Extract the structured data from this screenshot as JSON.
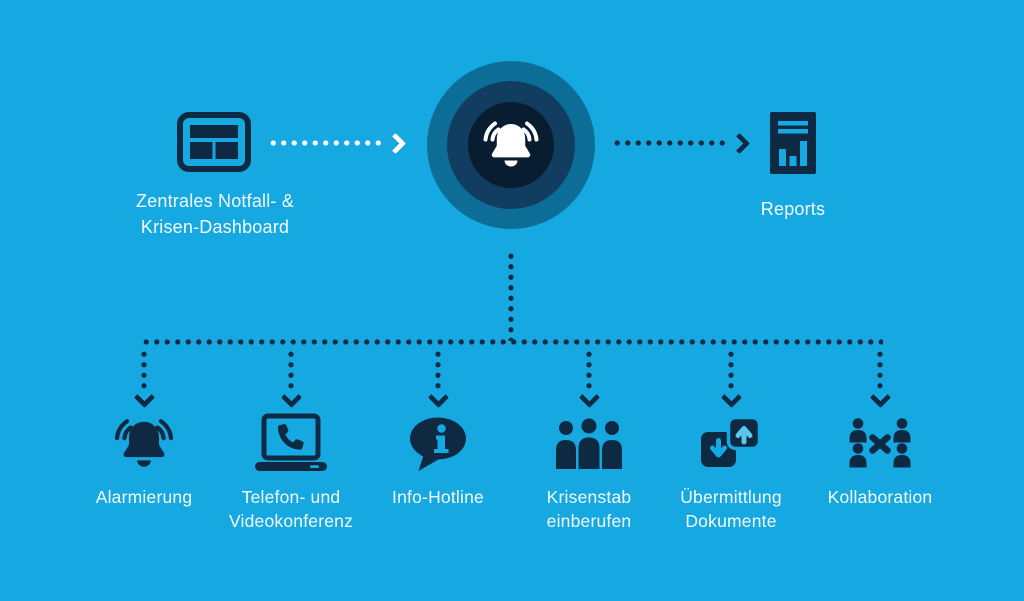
{
  "colors": {
    "background": "#15A8E1",
    "icon_dark": "#0E2A42",
    "text_light": "#F4FBFE",
    "bell_white": "#FFFFFF",
    "hub_ring_outer": "#0C6E96",
    "hub_ring_middle": "#113E60",
    "hub_ring_inner": "#081D30",
    "cutout_blue": "#15A8E1",
    "upload_arrow_accent": "#5AC6EE"
  },
  "nodes": {
    "dashboard": {
      "icon": "dashboard-grid-icon",
      "line1": "Zentrales Notfall- &",
      "line2": "Krisen-Dashboard"
    },
    "hub": {
      "icon": "alarm-bell-icon"
    },
    "reports": {
      "icon": "report-document-icon",
      "label": "Reports"
    }
  },
  "arrows": {
    "dashboard_to_hub": "white-dotted-arrow-right",
    "hub_to_reports": "dark-dotted-arrow-right",
    "hub_to_branches": "dark-dotted-tree"
  },
  "branches": [
    {
      "icon": "alarm-bell-icon",
      "line1": "Alarmierung",
      "line2": ""
    },
    {
      "icon": "laptop-phone-icon",
      "line1": "Telefon- und",
      "line2": "Videokonferenz"
    },
    {
      "icon": "info-speech-bubble-icon",
      "line1": "Info-Hotline",
      "line2": ""
    },
    {
      "icon": "team-icon",
      "line1": "Krisenstab",
      "line2": "einberufen"
    },
    {
      "icon": "document-transfer-icon",
      "line1": "Übermittlung",
      "line2": "Dokumente"
    },
    {
      "icon": "collaboration-icon",
      "line1": "Kollaboration",
      "line2": ""
    }
  ]
}
